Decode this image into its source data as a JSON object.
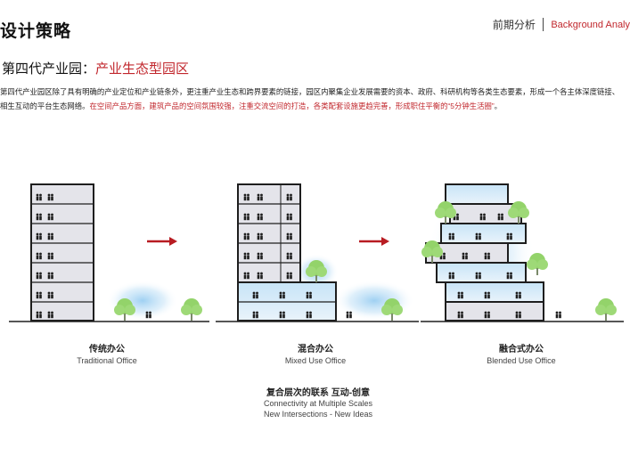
{
  "header": {
    "title": "设计策略",
    "section_cn": "前期分析",
    "section_en": "Background Analy"
  },
  "subtitle": {
    "prefix": "第四代产业园：",
    "highlight": "产业生态型园区"
  },
  "description": {
    "text": "第四代产业园区除了具有明确的产业定位和产业链条外，更注重产业生态和跨界要素的链接，园区内聚集企业发展需要的资本、政府、科研机构等各类生态要素，形成一个各主体深度链接、相生互动的平台生态网络。",
    "highlight": "在空间产品方面，建筑产品的空间氛围较强，注重交流空间的打造，各类配套设施更趋完善，形成职住平衡的“5分钟生活圈”",
    "end": "。"
  },
  "buildings": [
    {
      "cn": "传统办公",
      "en": "Traditional Office"
    },
    {
      "cn": "混合办公",
      "en": "Mixed Use Office"
    },
    {
      "cn": "融合式办公",
      "en": "Blended Use Office"
    }
  ],
  "summary": {
    "cn": "复合层次的联系 互动-创意",
    "en_line1": "Connectivity at Multiple Scales",
    "en_line2": "New Intersections - New Ideas"
  },
  "colors": {
    "accent_red": "#c1272d",
    "arrow_red": "#b81c22",
    "tree_green": "#93d36a",
    "glow_blue": "#8ec8f0",
    "floor_fill": "#e4e4ea",
    "outline": "#1e1e1e"
  },
  "icons": [
    "people-icon",
    "tree-icon",
    "arrow-right-icon"
  ]
}
